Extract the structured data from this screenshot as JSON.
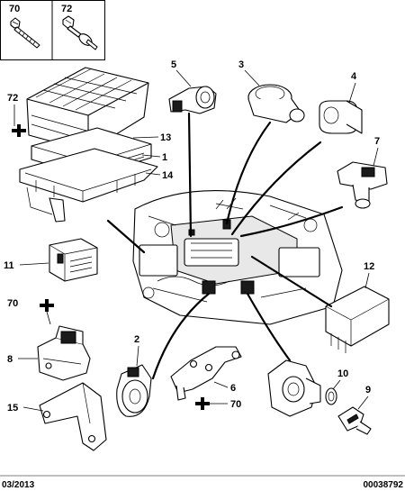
{
  "diagram": {
    "references": {
      "screw_a": "70",
      "screw_b": "72",
      "ecu_bracket_screw": "72",
      "ecu_cover": "13",
      "ecu": "1",
      "ecu_tray": "14",
      "relay": "11",
      "bracket_screw": "70",
      "sensor_bracket": "8",
      "mount_plate": "15",
      "throttle_position_sensor": "5",
      "idle_control_valve": "3",
      "solenoid_valve": "4",
      "camshaft_sensor": "7",
      "relay_module": "12",
      "knock_sensor": "2",
      "knock_sensor_bracket": "6",
      "bracket_screw_bottom": "70",
      "seal_ring": "10",
      "temperature_sensor": "9"
    },
    "footer": {
      "date": "03/2013",
      "code": "00038792"
    }
  }
}
